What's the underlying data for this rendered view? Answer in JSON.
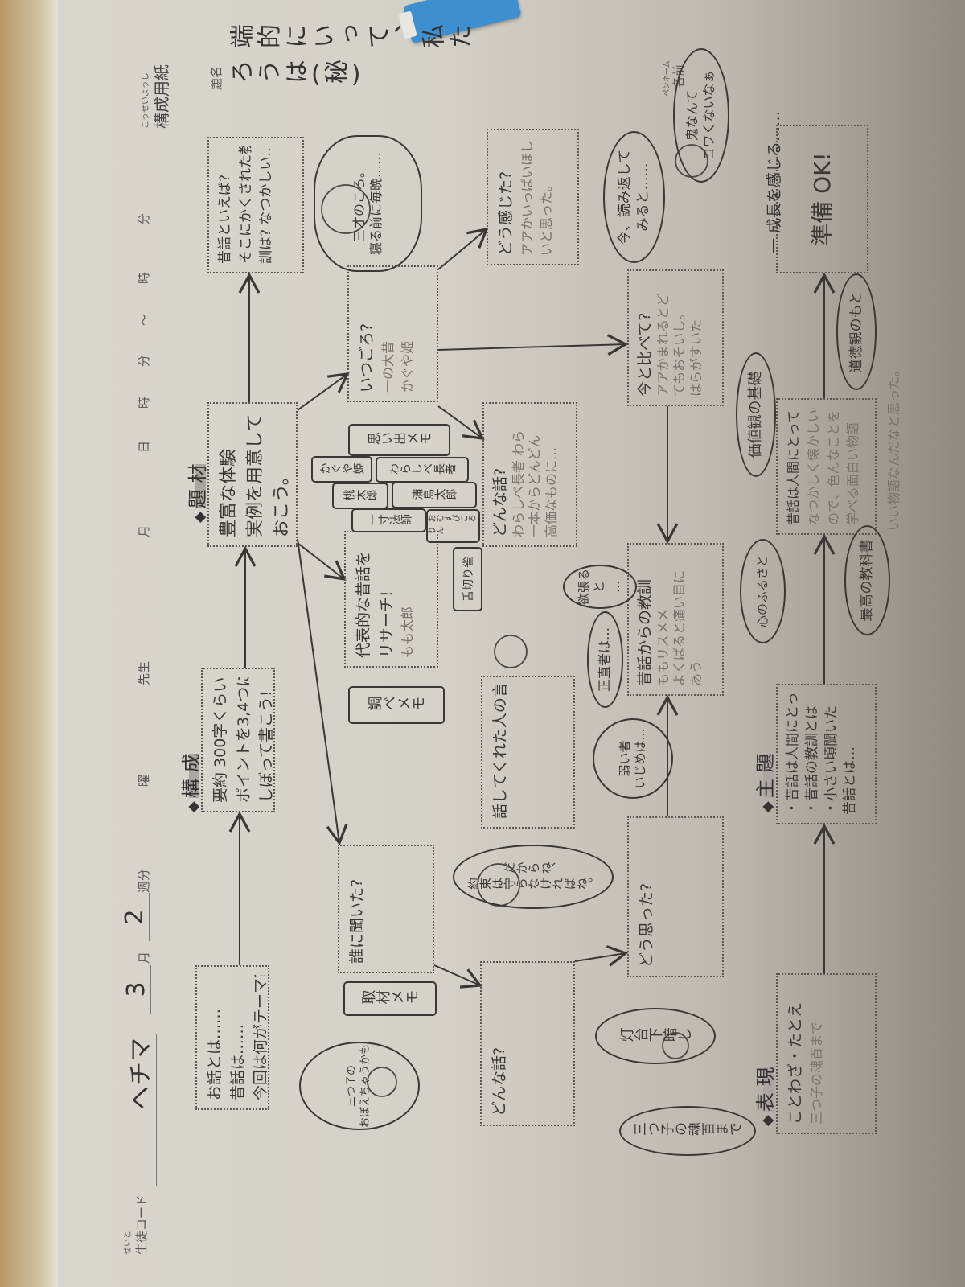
{
  "header": {
    "student_code_ruby": "せいと",
    "student_code_label": "生徒コード",
    "student_code_value": "ヘチマ",
    "month_value": "3",
    "month_label": "月",
    "week_value": "2",
    "week_label": "週分",
    "weekday_label": "曜",
    "teacher_label": "先生",
    "date_month_label": "月",
    "date_day_label": "日",
    "time_start_hour_label": "時",
    "time_start_min_label": "分",
    "time_sep": "〜",
    "time_end_hour_label": "時",
    "time_end_min_label": "分",
    "sheet_title_ruby": "こうせいようし",
    "sheet_title": "構成用紙",
    "title_field_label": "題名",
    "title_value": "端的にいって、私たろうは(秘)",
    "penname_ruby": "ペンネーム",
    "penname_label": "名前"
  },
  "sections": {
    "composition": {
      "marker": "◆",
      "label": "構 成"
    },
    "material": {
      "marker": "◆",
      "label": "題 材"
    },
    "theme": {
      "marker": "◆",
      "label": "主 題"
    },
    "expression": {
      "marker": "◆",
      "label": "表 現"
    }
  },
  "boxes": {
    "intro": [
      "お話とは……",
      "昔話は……",
      "今回は何がテーマ?"
    ],
    "composition": [
      "要約 300字くらい",
      "ポイントを3,4つに",
      "しぼって書こう!"
    ],
    "material": [
      "豊富な体験",
      "実例を用意して",
      "おこう。"
    ],
    "old_tales": [
      "昔話といえば?",
      "そこにかくされた教",
      "訓は? なつかしい…"
    ],
    "who_told": [
      "誰に聞いた?"
    ],
    "research": [
      "代表的な昔話を",
      "リサーチ!",
      "もも太郎"
    ],
    "when": [
      "いつごろ?",
      "一の大昔",
      "かぐや姫"
    ],
    "how_felt": [
      "どう感じた?",
      "アアかいっぱいほし",
      "いと思った。"
    ],
    "what_story_top": [
      "どんな話?",
      "わらしべ長者 わら",
      "一本からどんどん",
      "高価なものに…"
    ],
    "teller_words": [
      "話してくれた人の言葉"
    ],
    "what_story_bottom": [
      "どんな話?"
    ],
    "how_thought": [
      "どう思った?"
    ],
    "lesson": [
      "昔話からの教訓",
      "ももリスメメ",
      "よくばると痛い目に",
      "あう"
    ],
    "compare_now": [
      "今と比べて?",
      "アアかまれるとど",
      "てもおそいし。",
      "はらがすいた"
    ],
    "ready": [
      "準備 OK!"
    ],
    "theme": [
      "・昔話は人間にとって",
      "・昔話の教訓とは",
      "・小さい頃聞いた",
      "昔話とは…"
    ],
    "conclusion": [
      "昔話は人間にとって",
      "なつかしく懐かしいも",
      "ので、色んなことを",
      "学べる面白い物語"
    ],
    "conclusion_note": "いい物語なんだなと思った。",
    "expression": [
      "ことわざ・たとえ",
      "三つ子の魂百まで"
    ]
  },
  "memo_tags": {
    "interview": "取材メモ",
    "research": "調べメモ",
    "memories": "思い出メモ"
  },
  "tale_tags": [
    "かぐや姫",
    "わらしべ長者",
    "桃太郎",
    "浦島太郎",
    "一寸法師",
    "おむすびころりん",
    "舌切り雀"
  ],
  "bubbles": {
    "rabbit": [
      "三つ子の",
      "おぼえちゃうかも"
    ],
    "child": [
      "三才のころ。",
      "寝る前に毎晩……"
    ],
    "promise": [
      "だからね、",
      "約束は守らなければね。"
    ],
    "dark_lamp": [
      "灯台下暗し"
    ],
    "three_soul": [
      "三つ子の魂百まで"
    ],
    "bully": [
      "弱い者",
      "いじめは…"
    ],
    "honest": [
      "正直者は…"
    ],
    "greedy": [
      "欲張ると",
      "…"
    ],
    "heart_home": [
      "心のふるさと"
    ],
    "values": [
      "価値観の基礎"
    ],
    "textbook": [
      "最高の教科書"
    ],
    "morals": [
      "道徳観のもと"
    ],
    "reread": [
      "今、読み返して",
      "みると……"
    ],
    "not_scary": [
      "鬼なんて",
      "コワくないなぁ"
    ]
  },
  "growth_note": "一 成長を感じる……"
}
